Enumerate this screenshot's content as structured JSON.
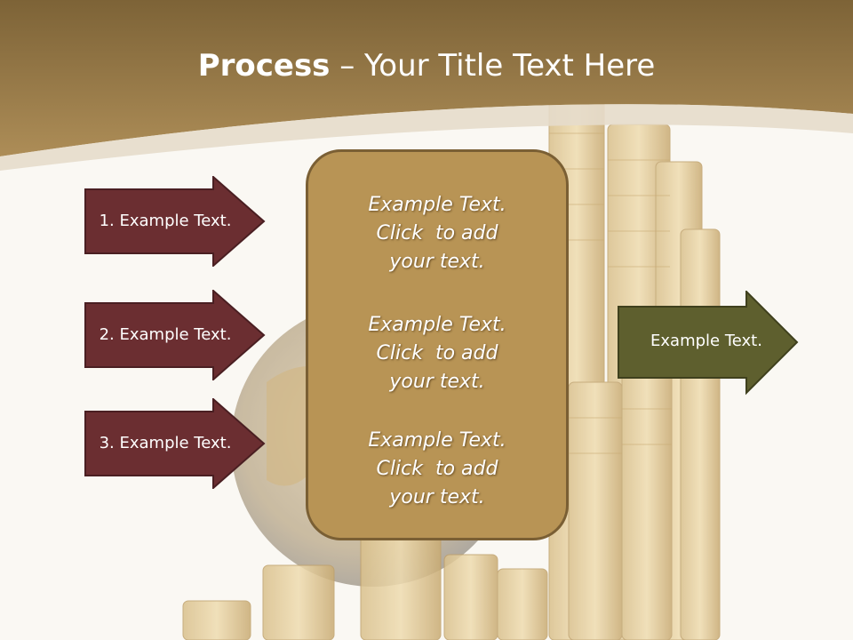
{
  "title": {
    "bold": "Process",
    "rest": " – Your Title Text Here"
  },
  "left_arrows": [
    {
      "label": "1. Example Text."
    },
    {
      "label": "2. Example Text."
    },
    {
      "label": "3. Example Text."
    }
  ],
  "center_box": {
    "paragraphs": [
      {
        "lines": [
          "Example Text.",
          "Click  to add",
          "your text."
        ]
      },
      {
        "lines": [
          "Example Text.",
          "Click  to add",
          "your text."
        ]
      },
      {
        "lines": [
          "Example Text.",
          "Click  to add",
          "your text."
        ]
      }
    ]
  },
  "right_arrow": {
    "label": "Example Text."
  },
  "colors": {
    "header": "#9c7e48",
    "left_arrow_fill": "#6b2e31",
    "right_arrow_fill": "#5e5f2e",
    "center_box_fill": "#b89455",
    "center_box_border": "#7a5f34"
  }
}
